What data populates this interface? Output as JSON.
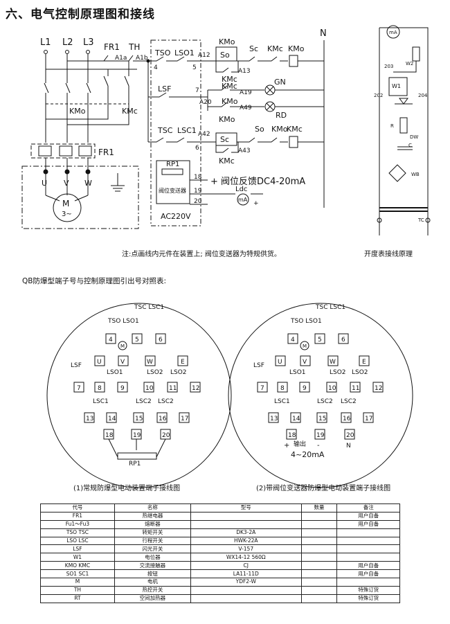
{
  "title": "六、电气控制原理图和接线",
  "note_main": "注:点画线内元件在装置上; 阀位变送器为特规供货。",
  "note_opening": "开度表接线原理",
  "terminal_heading": "QB防爆型端子号与控制原理图引出号对照表:",
  "caption_left": "(1)常规防爆型电动装置端子接线图",
  "caption_right": "(2)带阀位变送器防爆型电动装置端子接线图",
  "schematic": {
    "lines": [
      "L1",
      "L2",
      "L3",
      "N"
    ],
    "fr1": "FR1",
    "th": "TH",
    "a1a": "A1a",
    "a1b": "A1b",
    "tso": "TSO",
    "lso1": "LSO1",
    "kmo": "KMo",
    "kmc": "KMc",
    "so": "So",
    "sc": "Sc",
    "lsf": "LSF",
    "tsc": "TSC",
    "lsc1": "LSC1",
    "gn": "GN",
    "rd": "RD",
    "a12": "A12",
    "a13": "A13",
    "a19": "A19",
    "a20": "A20",
    "a49": "A49",
    "a42": "A42",
    "a43": "A43",
    "n4": "4",
    "n5": "5",
    "n6": "6",
    "n7": "7",
    "n18": "18",
    "n19": "19",
    "n20": "20",
    "motor": "M",
    "motor_phase": "3~",
    "u": "U",
    "v": "V",
    "w": "W",
    "rp1": "RP1",
    "transmitter": "阀位变送器",
    "feedback": "+ 阀位反馈DC4-20mA",
    "ldc": "Ldc",
    "ma": "mA",
    "plus": "+",
    "ac220v": "AC220V"
  },
  "opening_meter": {
    "ma": "mA",
    "w1": "W1",
    "w2": "W2",
    "r203": "203",
    "r202": "202",
    "r204": "204",
    "r": "R",
    "dw": "DW",
    "c": "C",
    "wb": "WB",
    "tc": "TC"
  },
  "terminal_left": {
    "tsc_lsc1": "TSC LSC1",
    "tso_lso1": "TSO LSO1",
    "lsf": "LSF",
    "lso1": "LSO1",
    "lso2a": "LSO2",
    "lso2b": "LSO2",
    "lsc1": "LSC1",
    "lsc2a": "LSC2",
    "lsc2b": "LSC2",
    "m": "M",
    "u": "U",
    "v": "V",
    "w": "W",
    "e": "E",
    "t4": "4",
    "t5": "5",
    "t6": "6",
    "t7": "7",
    "t8": "8",
    "t9": "9",
    "t10": "10",
    "t11": "11",
    "t12": "12",
    "t13": "13",
    "t14": "14",
    "t15": "15",
    "t16": "16",
    "t17": "17",
    "t18": "18",
    "t19": "19",
    "t20": "20",
    "rp1": "RP1"
  },
  "terminal_right": {
    "tsc_lsc1": "TSC LSC1",
    "tso_lso1": "TSO LSO1",
    "lsf": "LSF",
    "lso1": "LSO1",
    "lso2a": "LSO2",
    "lso2b": "LSO2",
    "lsc1": "LSC1",
    "lsc2a": "LSC2",
    "lsc2b": "LSC2",
    "m": "M",
    "u": "U",
    "v": "V",
    "w": "W",
    "e": "E",
    "t4": "4",
    "t5": "5",
    "t6": "6",
    "t7": "7",
    "t8": "8",
    "t9": "9",
    "t10": "10",
    "t11": "11",
    "t12": "12",
    "t13": "13",
    "t14": "14",
    "t15": "15",
    "t16": "16",
    "t17": "17",
    "t18": "18",
    "t19": "19",
    "t20": "20",
    "plus": "+",
    "output": "输出",
    "minus": "-",
    "n": "N",
    "range": "4~20mA"
  },
  "parts_table": {
    "headers": [
      "代号",
      "名称",
      "型号",
      "数量",
      "备注"
    ],
    "rows": [
      [
        "FR1",
        "热继电器",
        "",
        "",
        "用户自备"
      ],
      [
        "Fu1～Fu3",
        "熔断器",
        "",
        "",
        "用户自备"
      ],
      [
        "TSO TSC",
        "转矩开关",
        "DK3-2A",
        "",
        ""
      ],
      [
        "LSO LSC",
        "行程开关",
        "HWK-22A",
        "",
        ""
      ],
      [
        "LSF",
        "闪光开关",
        "V-157",
        "",
        ""
      ],
      [
        "W1",
        "电位器",
        "WX14-12 560Ω",
        "",
        ""
      ],
      [
        "KMO KMC",
        "交流接触器",
        "CJ",
        "",
        "用户自备"
      ],
      [
        "SO1 SC1",
        "按钮",
        "LA11-11D",
        "",
        "用户自备"
      ],
      [
        "M",
        "电机",
        "YDF2-W",
        "",
        ""
      ],
      [
        "TH",
        "热控开关",
        "",
        "",
        "特殊订货"
      ],
      [
        "RT",
        "空间加热器",
        "",
        "",
        "特殊订货"
      ]
    ]
  }
}
